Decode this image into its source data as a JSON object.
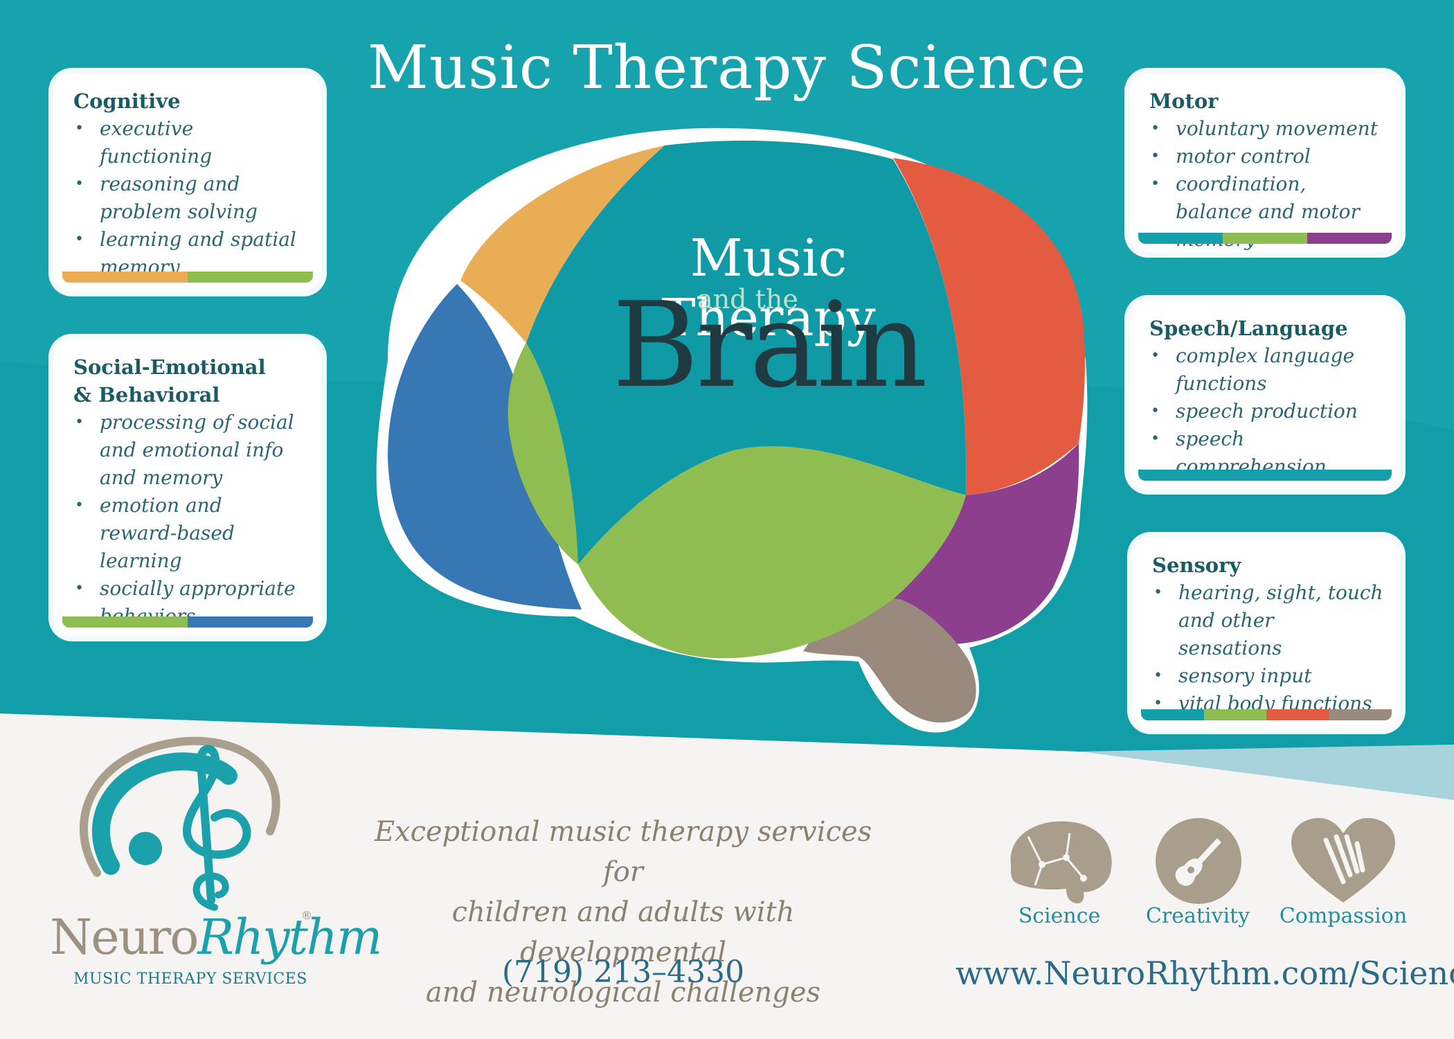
{
  "title": "Music Therapy Science",
  "brain": {
    "line1": "Music Therapy",
    "line2": "and the",
    "line3": "Brain"
  },
  "cards": {
    "cognitive": {
      "heading": "Cognitive",
      "items": [
        "executive functioning",
        "reasoning and problem solving",
        "learning and spatial memory"
      ],
      "colors": [
        "#e8ad55",
        "#8fbd52"
      ]
    },
    "social": {
      "heading_line1": "Social-Emotional",
      "heading_line2": "& Behavioral",
      "items": [
        "processing of social and emotional info and memory",
        "emotion and reward-based learning",
        "socially appropriate behaviors"
      ],
      "colors": [
        "#8fbd52",
        "#3777b4"
      ]
    },
    "motor": {
      "heading": "Motor",
      "items": [
        "voluntary movement",
        "motor control",
        "coordination, balance and motor memory"
      ],
      "colors": [
        "#14a0aa",
        "#8fbd52",
        "#8c3f8c"
      ]
    },
    "speech": {
      "heading": "Speech/Language",
      "items": [
        "complex language functions",
        "speech production",
        "speech comprehension"
      ],
      "colors": [
        "#14a0aa"
      ]
    },
    "sensory": {
      "heading": "Sensory",
      "items": [
        "hearing, sight, touch and other sensations",
        "sensory input",
        "vital body functions"
      ],
      "colors": [
        "#14a0aa",
        "#8fbd52",
        "#e35c42",
        "#9a8a7d"
      ]
    }
  },
  "footer": {
    "tagline": [
      "Exceptional music therapy services for",
      "children and adults with developmental",
      "and neurological challenges"
    ],
    "phone": "(719) 213–4330",
    "url": "www.NeuroRhythm.com/Science",
    "icons": [
      {
        "label": "Science",
        "icon": "brain-icon"
      },
      {
        "label": "Creativity",
        "icon": "guitar-icon"
      },
      {
        "label": "Compassion",
        "icon": "heart-hand-icon"
      }
    ],
    "logo": {
      "word_a": "Neuro",
      "word_b": "Rhythm",
      "registered": "®",
      "sub": "MUSIC THERAPY SERVICES"
    }
  },
  "colors": {
    "teal": "#14a0aa",
    "teal_dark": "#0f98a3",
    "orange": "#e8ad55",
    "green": "#8fbd52",
    "blue": "#3777b4",
    "red": "#e35c42",
    "purple": "#8c3f8c",
    "taupe": "#9a8a7d",
    "icon_taupe": "#a89e8b"
  }
}
